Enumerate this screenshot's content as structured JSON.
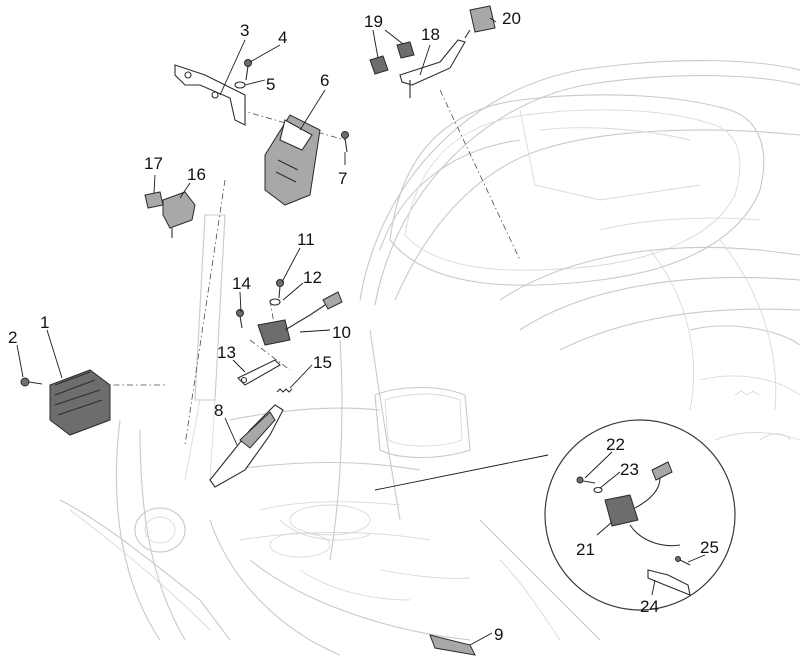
{
  "callouts": [
    {
      "id": "c1",
      "label": "1"
    },
    {
      "id": "c2",
      "label": "2"
    },
    {
      "id": "c3",
      "label": "3"
    },
    {
      "id": "c4",
      "label": "4"
    },
    {
      "id": "c5",
      "label": "5"
    },
    {
      "id": "c6",
      "label": "6"
    },
    {
      "id": "c7",
      "label": "7"
    },
    {
      "id": "c8",
      "label": "8"
    },
    {
      "id": "c9",
      "label": "9"
    },
    {
      "id": "c10",
      "label": "10"
    },
    {
      "id": "c11",
      "label": "11"
    },
    {
      "id": "c12",
      "label": "12"
    },
    {
      "id": "c13",
      "label": "13"
    },
    {
      "id": "c14",
      "label": "14"
    },
    {
      "id": "c15",
      "label": "15"
    },
    {
      "id": "c16",
      "label": "16"
    },
    {
      "id": "c17",
      "label": "17"
    },
    {
      "id": "c18",
      "label": "18"
    },
    {
      "id": "c19",
      "label": "19"
    },
    {
      "id": "c20",
      "label": "20"
    },
    {
      "id": "c21",
      "label": "21"
    },
    {
      "id": "c22",
      "label": "22"
    },
    {
      "id": "c23",
      "label": "23"
    },
    {
      "id": "c24",
      "label": "24"
    },
    {
      "id": "c25",
      "label": "25"
    }
  ],
  "colors": {
    "background": "#ffffff",
    "line_art": "#2e2e2e",
    "frame_outline": "#c9c9c9",
    "callout_text": "#111111"
  },
  "icons": {
    "logo_badge": "vespa-script-badge"
  }
}
